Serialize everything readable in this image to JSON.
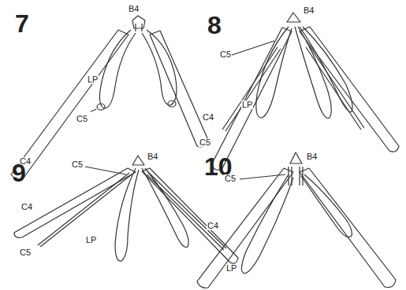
{
  "diagram": {
    "labels": [
      "7",
      "B4",
      "LP",
      "C5",
      "C4",
      "8",
      "B4",
      "C5",
      "C4",
      "LP",
      "C5",
      "9",
      "C5",
      "B4",
      "C4",
      "LP",
      "C5",
      "10",
      "B4",
      "C5",
      "C4",
      "LP"
    ]
  }
}
